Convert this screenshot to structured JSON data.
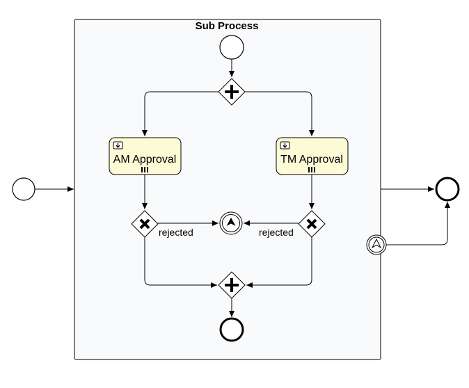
{
  "diagram": {
    "subprocess_title": "Sub Process",
    "tasks": [
      {
        "label": "AM Approval"
      },
      {
        "label": "TM Approval"
      }
    ],
    "flow_labels": {
      "left_rejected": "rejected",
      "right_rejected": "rejected"
    },
    "colors": {
      "task_fill": "#fdfbd6",
      "subprocess_fill": "#f9fafc",
      "stroke": "#000000"
    }
  }
}
